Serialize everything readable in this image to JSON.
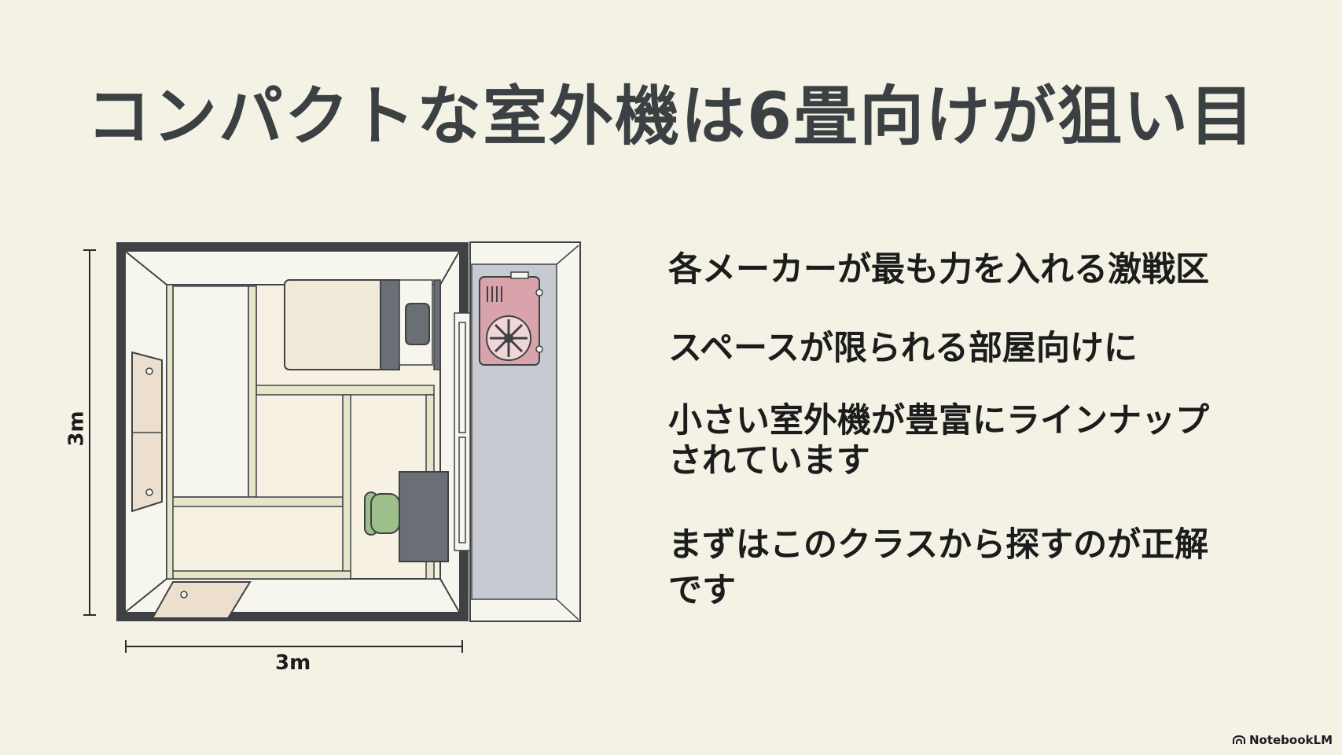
{
  "slide": {
    "title": "コンパクトな室外機は6畳向けが狙い目",
    "bullets": [
      "各メーカーが最も力を入れる激戦区",
      "スペースが限られる部屋向けに",
      "小さい室外機が豊富にラインナップ",
      "されています",
      "まずはこのクラスから探すのが正解",
      "です"
    ]
  },
  "floorplan": {
    "width_label": "3m",
    "height_label": "3m"
  },
  "branding": {
    "logo_text": "NotebookLM",
    "logo_icon": "notebooklm-logo-icon"
  },
  "colors": {
    "background": "#f3f2e5",
    "title": "#3b4043",
    "wall": "#3f4245",
    "balcony_floor": "#c7cad1",
    "outdoor_unit": "#d9a3ab",
    "bed": "#f2ead8",
    "chair": "#9dc08b",
    "desk": "#6a6f75"
  }
}
